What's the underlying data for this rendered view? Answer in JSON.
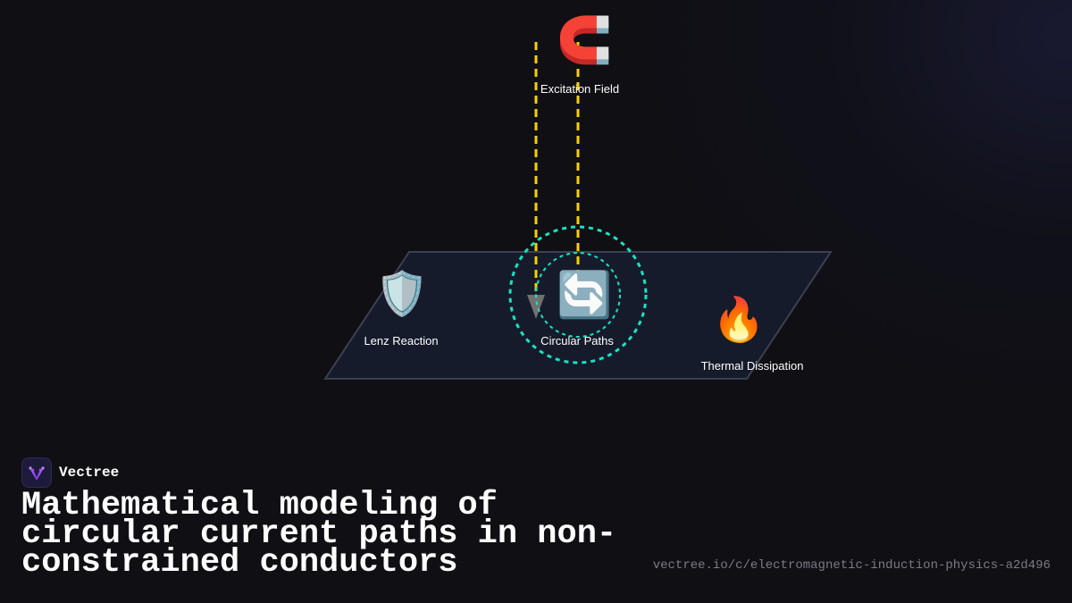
{
  "brand": {
    "name": "Vectree",
    "logo_icon": "vectree-logo-icon"
  },
  "title": "Mathematical modeling of circular current paths in non-constrained conductors",
  "url": "vectree.io/c/electromagnetic-induction-physics-a2d496",
  "diagram": {
    "nodes": {
      "excitation": {
        "label": "Excitation Field",
        "icon": "🧲",
        "icon_name": "magnet-icon"
      },
      "lenz": {
        "label": "Lenz Reaction",
        "icon": "🛡️",
        "icon_name": "shield-icon"
      },
      "circular": {
        "label": "Circular Paths",
        "icon": "🔄",
        "icon_name": "circular-arrows-icon"
      },
      "thermal": {
        "label": "Thermal Dissipation",
        "icon": "🔥",
        "icon_name": "fire-icon"
      }
    }
  },
  "colors": {
    "background": "#0f0f14",
    "field_lines": "#f5d000",
    "eddy_loops": "#17e3c4",
    "plate_fill": "#161b2b",
    "plate_stroke": "#3c4050",
    "brand_accent": "#a855f7"
  }
}
